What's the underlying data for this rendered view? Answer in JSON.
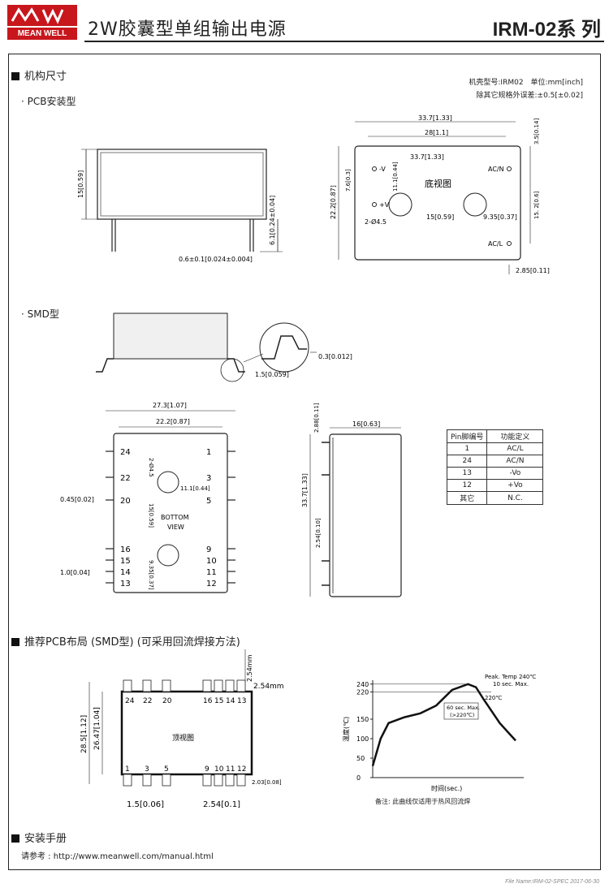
{
  "header": {
    "logo_text": "MEAN WELL",
    "title": "2W胶囊型单组输出电源",
    "series": "IRM-02系 列"
  },
  "section_mech": {
    "title": "机构尺寸",
    "pcb_label": "PCB安装型",
    "case_label": "机壳型号:IRM02　单位:mm[inch]",
    "tolerance": "除其它规格外误差:±0.5[±0.02]",
    "dims": {
      "height_15": "15[0.59]",
      "pin_61": "6.1[0.24±0.04]",
      "pin_06": "0.6±0.1[0.024±0.004]",
      "w_337": "33.7[1.33]",
      "w_28": "28[1.1]",
      "h_35": "3.5[0.14]",
      "h_222": "22.2[0.87]",
      "h_76": "7.6[0.3]",
      "h_111": "11.1[0.44]",
      "w_337_inner": "33.7[1.33]",
      "h_152": "15. 2[0.6]",
      "w_15": "15[0.59]",
      "w_935": "9.35[0.37]",
      "w_285": "2.85[0.11]",
      "hole": "2-Ø4.5",
      "neg_v": "-V",
      "pos_v": "+V",
      "acn": "AC/N",
      "acl": "AC/L",
      "bottom_view": "底视图"
    },
    "smd_label": "SMD型",
    "smd_dims": {
      "d03": "0.3[0.012]",
      "d15": "1.5[0.059]",
      "w_273": "27.3[1.07]",
      "w_222": "22.2[0.87]",
      "hole": "2-Ø4.5",
      "d111": "11.1[0.44]",
      "d045": "0.45[0.02]",
      "d15059": "15[0.59]",
      "d935": "9.35[0.37]",
      "d10": "1.0[0.04]",
      "bottom": "BOTTOM",
      "view": "VIEW",
      "h_288": "2.88[0.11]",
      "w_16": "16[0.63]",
      "h_337": "33.7[1.33]",
      "h_254": "2.54[0.10]"
    },
    "pins_left": [
      "24",
      "22",
      "20",
      "16",
      "15",
      "14",
      "13"
    ],
    "pins_right": [
      "1",
      "3",
      "5",
      "9",
      "10",
      "11",
      "12"
    ]
  },
  "pin_table": {
    "headers": [
      "Pin脚编号",
      "功能定义"
    ],
    "rows": [
      [
        "1",
        "AC/L"
      ],
      [
        "24",
        "AC/N"
      ],
      [
        "13",
        "-Vo"
      ],
      [
        "12",
        "+Vo"
      ],
      [
        "其它",
        "N.C."
      ]
    ]
  },
  "section_pcb": {
    "title": "推荐PCB布局 (SMD型) (可采用回流焊接方法)",
    "top_pins": [
      "24",
      "22",
      "20",
      "16",
      "15",
      "14",
      "13"
    ],
    "bottom_pins": [
      "1",
      "3",
      "5",
      "9",
      "10",
      "11",
      "12"
    ],
    "top_view": "顶视图",
    "d_254mm_v": "2.54mm",
    "d_254mm": "2.54mm",
    "d_285": "28.5[1.12]",
    "d_2647": "26.47[1.04]",
    "d_15": "1.5[0.06]",
    "d_254": "2.54[0.1]",
    "d_203": "2.03[0.08]"
  },
  "reflow": {
    "y_ticks": [
      "240",
      "220",
      "150",
      "100",
      "50",
      "0"
    ],
    "ylabel": "温度(℃)",
    "xlabel": "时间(sec.)",
    "peak": "Peak. Temp 240℃",
    "peak2": "10 sec. Max.",
    "t220": "220℃",
    "box1": "60 sec. Max.",
    "box2": "(>220℃)",
    "note": "备注: 此曲线仅适用于热风回流焊"
  },
  "chart_data": {
    "type": "line",
    "title": "",
    "xlabel": "时间(sec.)",
    "ylabel": "温度(℃)",
    "ylim": [
      0,
      250
    ],
    "y_ticks": [
      0,
      50,
      100,
      150,
      220,
      240
    ],
    "x": [
      0,
      5,
      10,
      20,
      30,
      40,
      50,
      60,
      65,
      70,
      80,
      90
    ],
    "values": [
      30,
      100,
      140,
      155,
      165,
      185,
      225,
      240,
      232,
      200,
      140,
      95
    ]
  },
  "section_manual": {
    "title": "安装手册",
    "text": "请参考 : http://www.meanwell.com/manual.html"
  },
  "footer": "File Name:IRM-02-SPEC   2017-06-30"
}
